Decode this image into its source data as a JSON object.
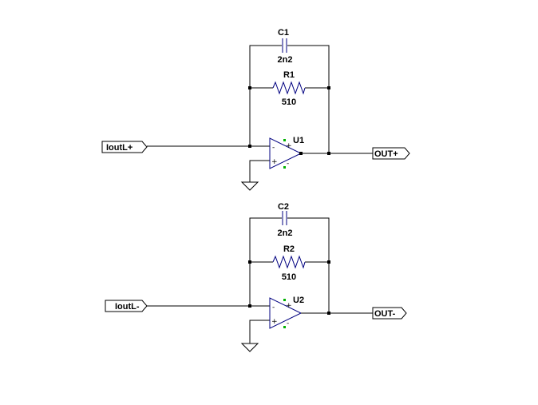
{
  "circuits": [
    {
      "cap": {
        "ref": "C1",
        "value": "2n2"
      },
      "res": {
        "ref": "R1",
        "value": "510"
      },
      "opamp": {
        "ref": "U1",
        "inv_sign": "-",
        "noninv_sign": "+",
        "supply_pos": "+",
        "supply_neg": "-"
      },
      "input_port": "IoutL+",
      "output_port": "OUT+"
    },
    {
      "cap": {
        "ref": "C2",
        "value": "2n2"
      },
      "res": {
        "ref": "R2",
        "value": "510"
      },
      "opamp": {
        "ref": "U2",
        "inv_sign": "-",
        "noninv_sign": "+",
        "supply_pos": "+",
        "supply_neg": "-"
      },
      "input_port": "IoutL-",
      "output_port": "OUT-"
    }
  ]
}
